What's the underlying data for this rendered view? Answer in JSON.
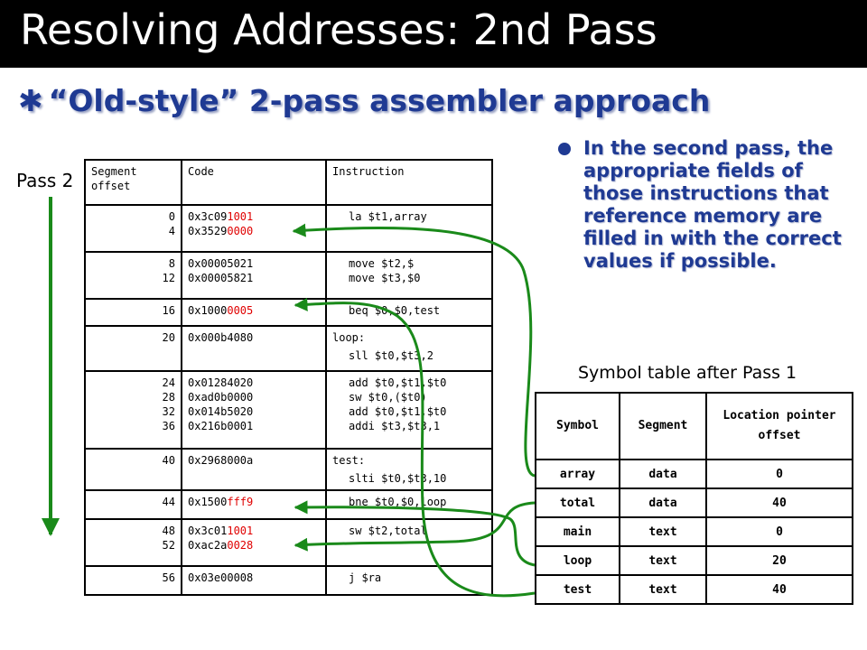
{
  "title": "Resolving Addresses:  2nd Pass",
  "subtitle": "“Old-style” 2-pass assembler approach",
  "pass_label": "Pass 2",
  "bullet": "In the second pass, the appropriate fields of those instructions that reference memory are filled in with the correct values if possible.",
  "symtab_caption": "Symbol table after Pass 1",
  "colors": {
    "title_bg": "#000000",
    "accent": "#1f3a93",
    "highlight": "#e00000",
    "arrow": "#1a8a1a"
  },
  "code_table": {
    "headers": [
      "Segment offset",
      "Code",
      "Instruction"
    ],
    "rows": [
      {
        "offsets": [
          "0",
          "4"
        ],
        "codes": [
          [
            "0x3c09",
            "1001"
          ],
          [
            "0x3529",
            "0000"
          ]
        ],
        "instructions": [
          "la $t1,array"
        ]
      },
      {
        "offsets": [
          "8",
          "12"
        ],
        "codes": [
          [
            "0x00005021",
            ""
          ],
          [
            "0x00005821",
            ""
          ]
        ],
        "instructions": [
          "move $t2,$",
          "move $t3,$0"
        ]
      },
      {
        "offsets": [
          "16"
        ],
        "codes": [
          [
            "0x1000",
            "0005"
          ]
        ],
        "instructions": [
          "beq $0,$0,test"
        ]
      },
      {
        "offsets": [
          "20"
        ],
        "codes": [
          [
            "0x000b4080",
            ""
          ]
        ],
        "instructions": [
          "loop:",
          "sll $t0,$t3,2"
        ]
      },
      {
        "offsets": [
          "24",
          "28",
          "32",
          "36"
        ],
        "codes": [
          [
            "0x01284020",
            ""
          ],
          [
            "0xad0b0000",
            ""
          ],
          [
            "0x014b5020",
            ""
          ],
          [
            "0x216b0001",
            ""
          ]
        ],
        "instructions": [
          "add $t0,$t1,$t0",
          "sw  $t0,($t0)",
          "add $t0,$t1,$t0",
          "addi $t3,$t3,1"
        ]
      },
      {
        "offsets": [
          "40"
        ],
        "codes": [
          [
            "0x2968000a",
            ""
          ]
        ],
        "instructions": [
          "test:",
          "slti $t0,$t3,10"
        ]
      },
      {
        "offsets": [
          "44"
        ],
        "codes": [
          [
            "0x1500",
            "fff9"
          ]
        ],
        "instructions": [
          "bne $t0,$0,loop"
        ]
      },
      {
        "offsets": [
          "48",
          "52"
        ],
        "codes": [
          [
            "0x3c01",
            "1001"
          ],
          [
            "0xac2a",
            "0028"
          ]
        ],
        "instructions": [
          "sw  $t2,total"
        ]
      },
      {
        "offsets": [
          "56"
        ],
        "codes": [
          [
            "0x03e00008",
            ""
          ]
        ],
        "instructions": [
          "j $ra"
        ]
      }
    ]
  },
  "symbol_table": {
    "headers": [
      "Symbol",
      "Segment",
      "Location pointer offset"
    ],
    "rows": [
      [
        "array",
        "data",
        "0"
      ],
      [
        "total",
        "data",
        "40"
      ],
      [
        "main",
        "text",
        "0"
      ],
      [
        "loop",
        "text",
        "20"
      ],
      [
        "test",
        "text",
        "40"
      ]
    ]
  }
}
